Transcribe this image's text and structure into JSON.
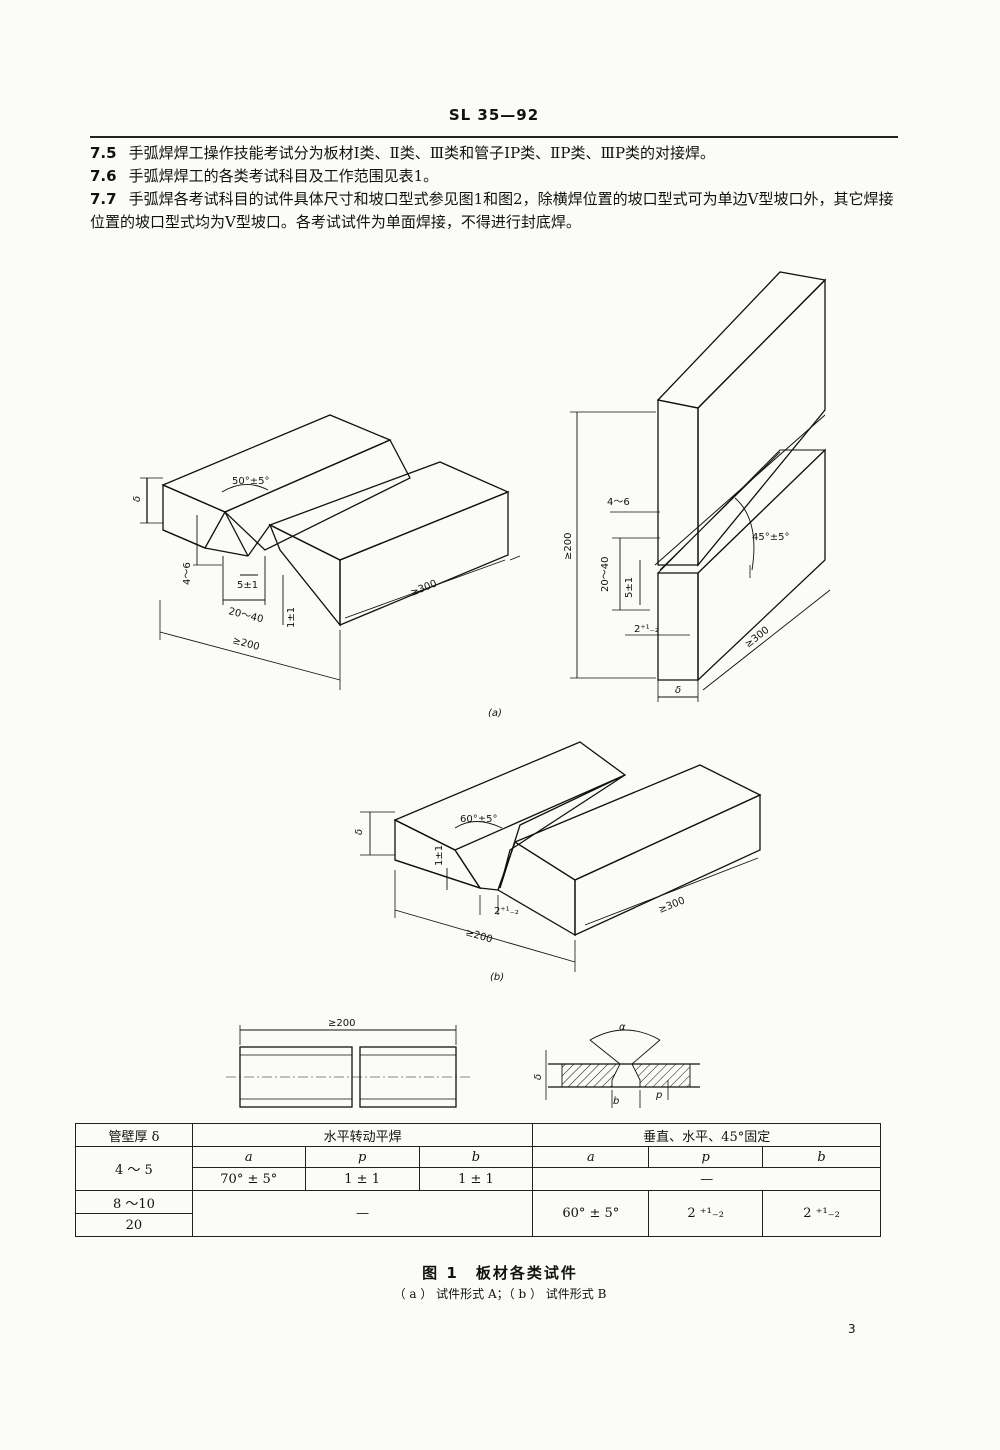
{
  "header": {
    "code": "SL 35—92"
  },
  "paragraphs": [
    {
      "num": "7.5",
      "text": "手弧焊焊工操作技能考试分为板材Ⅰ类、Ⅱ类、Ⅲ类和管子ⅠP类、ⅡP类、ⅢP类的对接焊。"
    },
    {
      "num": "7.6",
      "text": "手弧焊焊工的各类考试科目及工作范围见表1。"
    },
    {
      "num": "7.7",
      "text": "手弧焊各考试科目的试件具体尺寸和坡口型式参见图1和图2，除横焊位置的坡口型式可为单边V型坡口外，其它焊接位置的坡口型式均为V型坡口。各考试试件为单面焊接，不得进行封底焊。"
    }
  ],
  "figure_a": {
    "label": "(a)",
    "left": {
      "delta": "δ",
      "angle": "50°±5°",
      "thick": "4～6",
      "root": "5±1",
      "gap": "1±1",
      "width": "20～40",
      "len300": "≥300",
      "len200": "≥200"
    },
    "right": {
      "height": "≥200",
      "thick": "4～6",
      "width": "20～40",
      "root": "5±1",
      "gap": "2⁺¹₋₂",
      "angle": "45°±5°",
      "len300": "≥300",
      "delta": "δ"
    }
  },
  "figure_b": {
    "label": "(b)",
    "delta": "δ",
    "angle": "60°±5°",
    "root": "1±1",
    "gap": "2⁺¹₋₂",
    "len300": "≥300",
    "len200": "≥200"
  },
  "pipe": {
    "length": "≥200",
    "delta": "δ",
    "alpha": "α",
    "b": "b",
    "p": "p"
  },
  "table": {
    "h1": "管壁厚 δ",
    "h2": "水平转动平焊",
    "h3": "垂直、水平、45°固定",
    "sub": [
      "a",
      "p",
      "b",
      "a",
      "p",
      "b"
    ],
    "r1": {
      "thick": "4 ～ 5",
      "a": "70° ± 5°",
      "p": "1 ± 1",
      "b": "1 ± 1",
      "right": "—"
    },
    "r2": {
      "thick": "8 ～10",
      "left": "—",
      "a": "60° ± 5°",
      "p": "2 ⁺¹₋₂",
      "b": "2 ⁺¹₋₂"
    },
    "r3": {
      "thick": "20"
    }
  },
  "caption": "图 1　板材各类试件",
  "subcaption": "（ a ） 试件形式 A；（ b ） 试件形式 B",
  "page_number": "3"
}
